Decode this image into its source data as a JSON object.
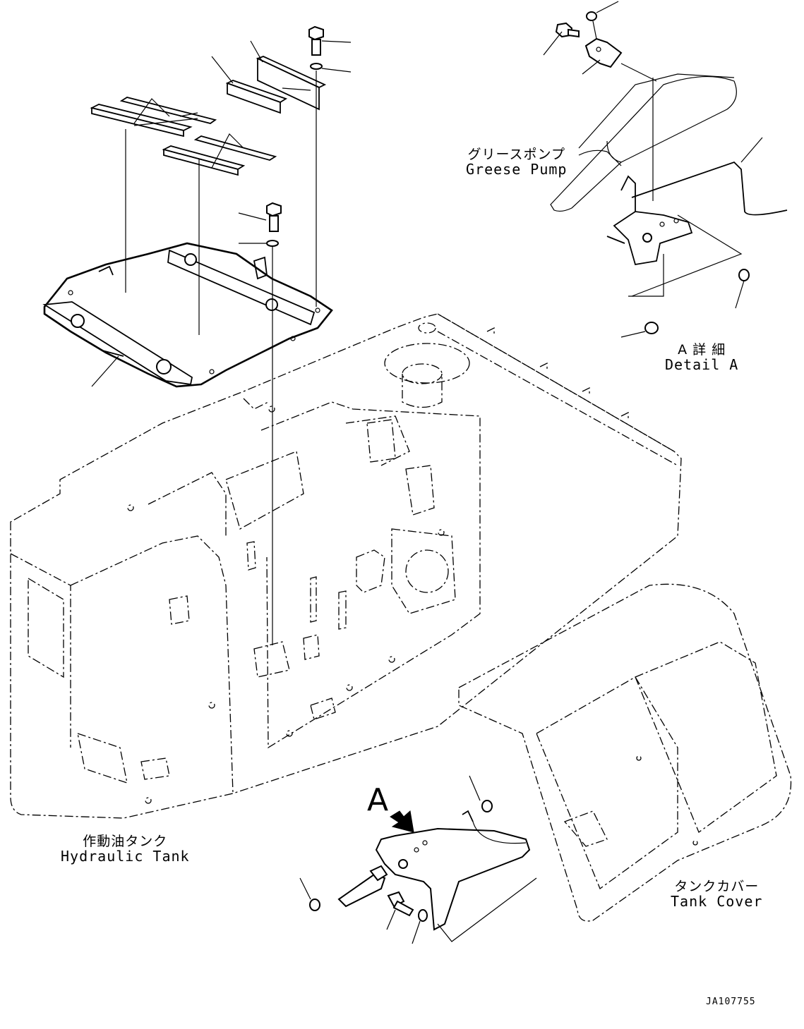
{
  "labels": {
    "greese_pump_jp": "グリースポンプ",
    "greese_pump_en": "Greese Pump",
    "detail_a_jp": "A 詳 細",
    "detail_a_en": "Detail A",
    "hydraulic_tank_jp": "作動油タンク",
    "hydraulic_tank_en": "Hydraulic Tank",
    "tank_cover_jp": "タンクカバー",
    "tank_cover_en": "Tank Cover",
    "view_marker": "A",
    "drawing_code": "JA107755"
  }
}
